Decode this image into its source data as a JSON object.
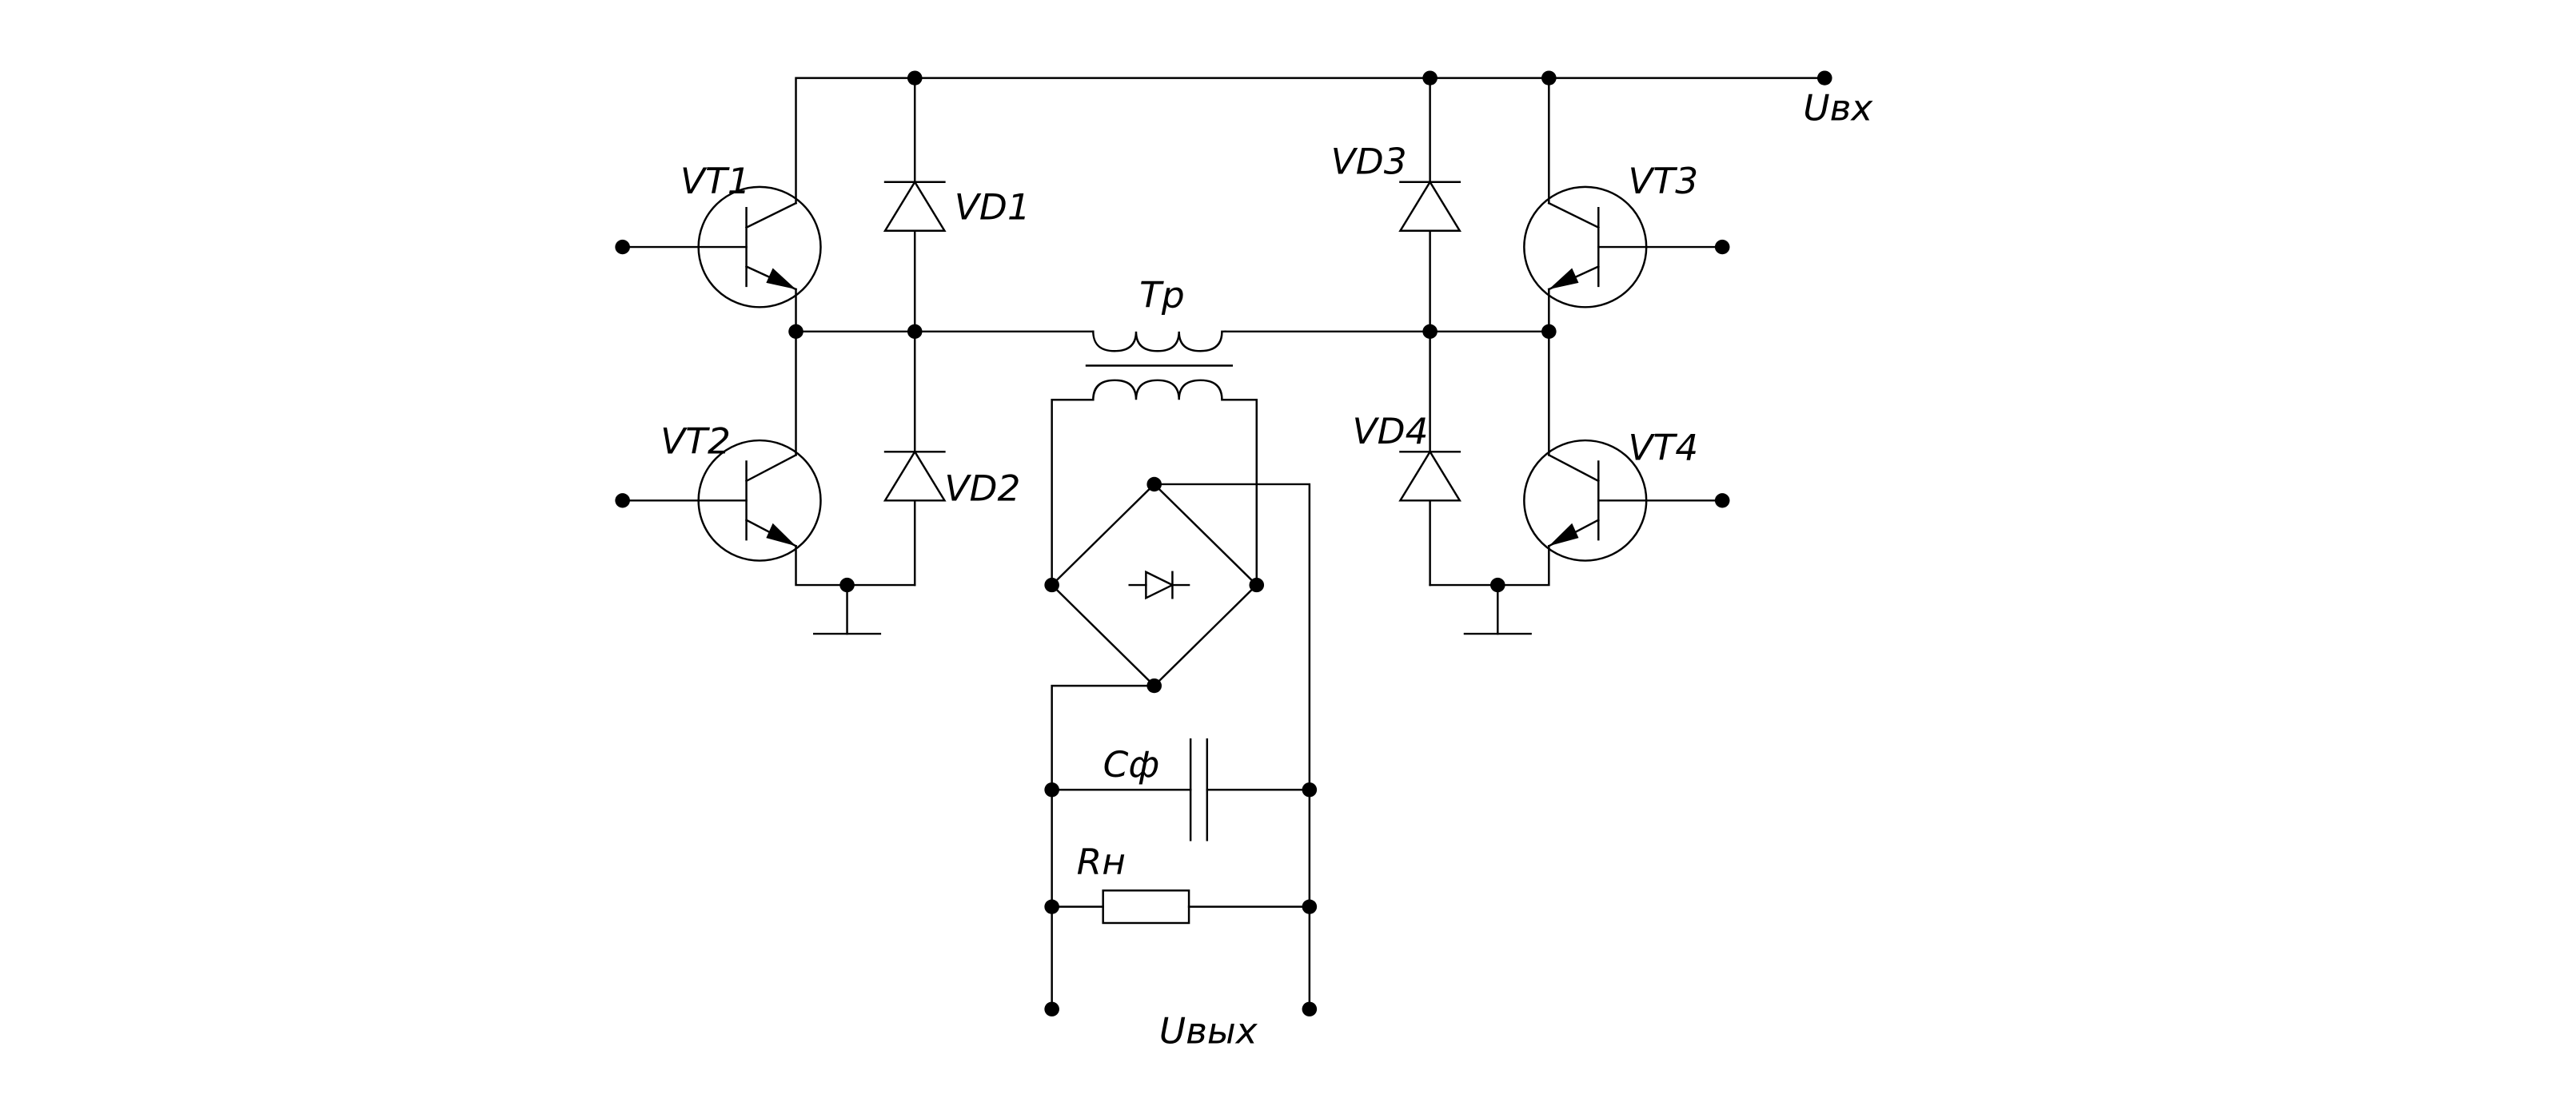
{
  "labels": {
    "uin": "Uвх",
    "vt1": "VT1",
    "vt2": "VT2",
    "vt3": "VT3",
    "vt4": "VT4",
    "vd1": "VD1",
    "vd2": "VD2",
    "vd3": "VD3",
    "vd4": "VD4",
    "tr": "Tр",
    "cf": "Сф",
    "rn": "Rн",
    "uout": "Uвых"
  }
}
